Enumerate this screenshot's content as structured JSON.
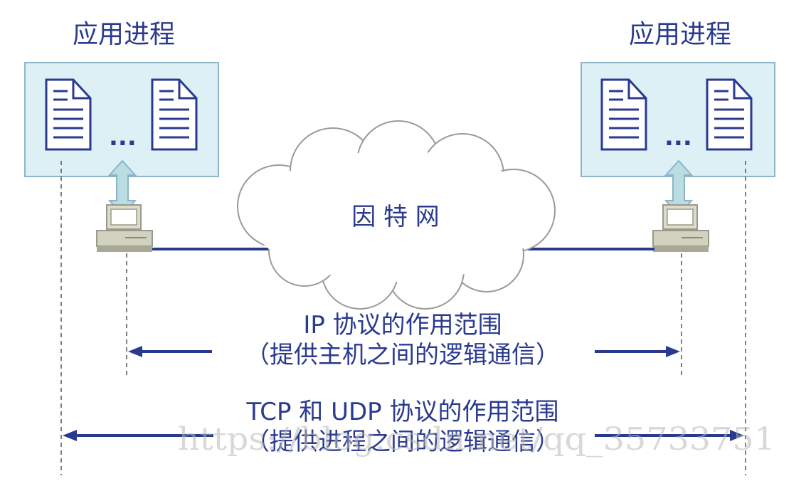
{
  "hosts": {
    "left": {
      "title": "应用进程",
      "dots": "..."
    },
    "right": {
      "title": "应用进程",
      "dots": "..."
    }
  },
  "network": {
    "label": "因 特 网"
  },
  "ip_scope": {
    "line1": "IP 协议的作用范围",
    "line2": "（提供主机之间的逻辑通信）"
  },
  "tcp_udp_scope": {
    "line1": "TCP 和 UDP 协议的作用范围",
    "line2": "（提供进程之间的逻辑通信）"
  },
  "watermark": "https://blog.csdn.net/qq_35733751",
  "colors": {
    "accent": "#2a3a8f",
    "box_fill": "#dcf0f6",
    "box_border": "#8fb4c8",
    "arrow_fill": "#b9dde3"
  }
}
